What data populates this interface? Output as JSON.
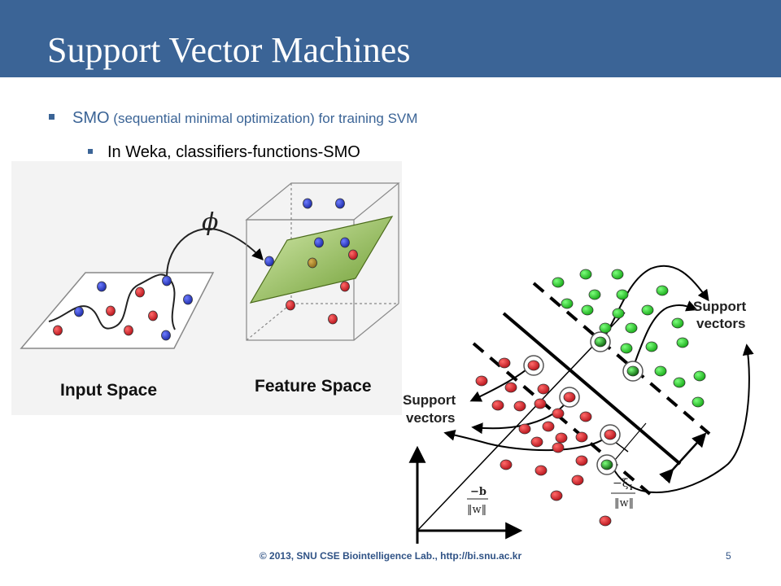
{
  "header": {
    "title": "Support Vector Machines"
  },
  "bullets": {
    "b1_smo": "SMO",
    "b1_rest": " (sequential minimal optimization) for training SVM",
    "b2": "In Weka, classifiers-functions-SMO"
  },
  "left_diagram": {
    "phi_symbol": "ϕ",
    "input_label": "Input Space",
    "feature_label": "Feature Space"
  },
  "right_diagram": {
    "support_vectors_upper": [
      "Support",
      "vectors"
    ],
    "support_vectors_lower": [
      "Support",
      "vectors"
    ],
    "b_label": "−b",
    "w_norm_label": "‖w‖",
    "xi_label": "−ξ",
    "xi_sub": "i",
    "xi_denom": "‖w‖"
  },
  "footer": {
    "copyright": "© 2013, SNU CSE Biointelligence Lab., http://bi.snu.ac.kr",
    "page": "5"
  },
  "colors": {
    "title_bar": "#3b6496",
    "red_point": "#d8262b",
    "blue_point": "#3b4ec8",
    "green_point": "#2bd42b",
    "plane_green": "#9ac35a"
  }
}
